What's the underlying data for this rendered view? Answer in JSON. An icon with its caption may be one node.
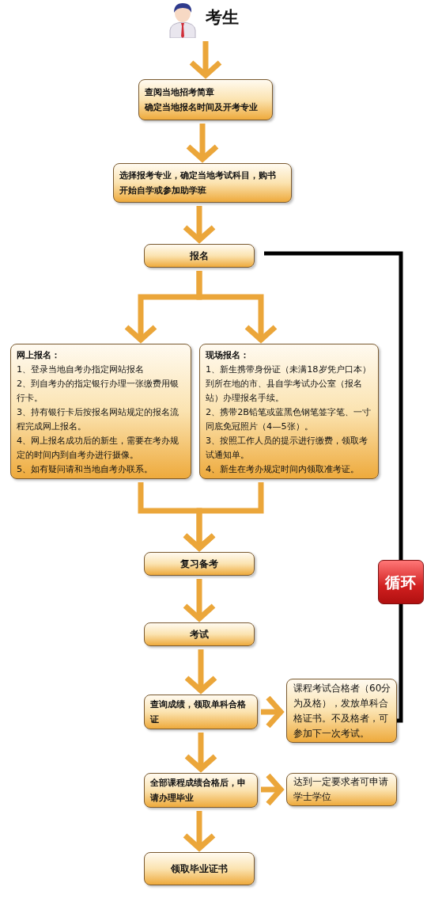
{
  "diagram": {
    "nodes": [
      {
        "text": [],
        "shape": "person",
        "beside": [
          "考生"
        ]
      },
      {
        "text": [
          "查阅当地招考简章",
          "确定当地报名时间及开考专业"
        ]
      },
      {
        "text": [
          "选择报考专业，确定当地考试科目，购书",
          "开始自学或参加助学班"
        ]
      },
      {
        "text": [
          "报名"
        ]
      },
      {
        "text": [
          "网上报名：",
          "1、登录当地自考办指定网站报名",
          "2、到自考办的指定银行办理一张缴费用银行卡。",
          "3、持有银行卡后按报名网站规定的报名流程完成网上报名。",
          "4、网上报名成功后的新生，需要在考办规定的时间内到自考办进行摄像。",
          "5、如有疑问请和当地自考办联系。"
        ]
      },
      {
        "text": [
          "现场报名：",
          "1、新生携带身份证（未满18岁凭户口本）到所在地的市、县自学考试办公室（报名站）办理报名手续。",
          "2、携带2B铅笔或蓝黑色钢笔签字笔、一寸同底免冠照片（4—5张）。",
          "3、按照工作人员的提示进行缴费，领取考试通知单。",
          "4、新生在考办规定时间内领取准考证。"
        ]
      },
      {
        "text": [
          "复习备考"
        ]
      },
      {
        "text": [
          "考试"
        ]
      },
      {
        "text": [
          "查询成绩，领取单科合格证"
        ]
      },
      {
        "text": [
          "课程考试合格者（60分为及格），发放单科合格证书。不及格者，可参加下一次考试。"
        ]
      },
      {
        "text": [
          "全部课程成绩合格后，申请办理毕业"
        ]
      },
      {
        "text": [
          "达到一定要求者可申请学士学位"
        ]
      },
      {
        "text": [
          "领取毕业证书"
        ]
      },
      {
        "text": [
          "循环"
        ]
      }
    ],
    "edges": [
      {
        "from": 0,
        "to": 1,
        "arrow": "to"
      },
      {
        "from": 1,
        "to": 2,
        "arrow": "to"
      },
      {
        "from": 2,
        "to": 3,
        "arrow": "to"
      },
      {
        "from": 3,
        "to": 4,
        "arrow": "to"
      },
      {
        "from": 3,
        "to": 5,
        "arrow": "to"
      },
      {
        "from": 4,
        "to": 6,
        "arrow": "to"
      },
      {
        "from": 5,
        "to": 6,
        "arrow": "to"
      },
      {
        "from": 6,
        "to": 7,
        "arrow": "to"
      },
      {
        "from": 7,
        "to": 8,
        "arrow": "to"
      },
      {
        "from": 8,
        "to": 9,
        "arrow": "to"
      },
      {
        "from": 8,
        "to": 10,
        "arrow": "to"
      },
      {
        "from": 10,
        "to": 11,
        "arrow": "to"
      },
      {
        "from": 10,
        "to": 12,
        "arrow": "to"
      },
      {
        "from": 9,
        "to": 13,
        "arrow": "none",
        "color": "#000000"
      },
      {
        "from": 13,
        "to": 3,
        "arrow": "none",
        "color": "#000000"
      }
    ]
  }
}
